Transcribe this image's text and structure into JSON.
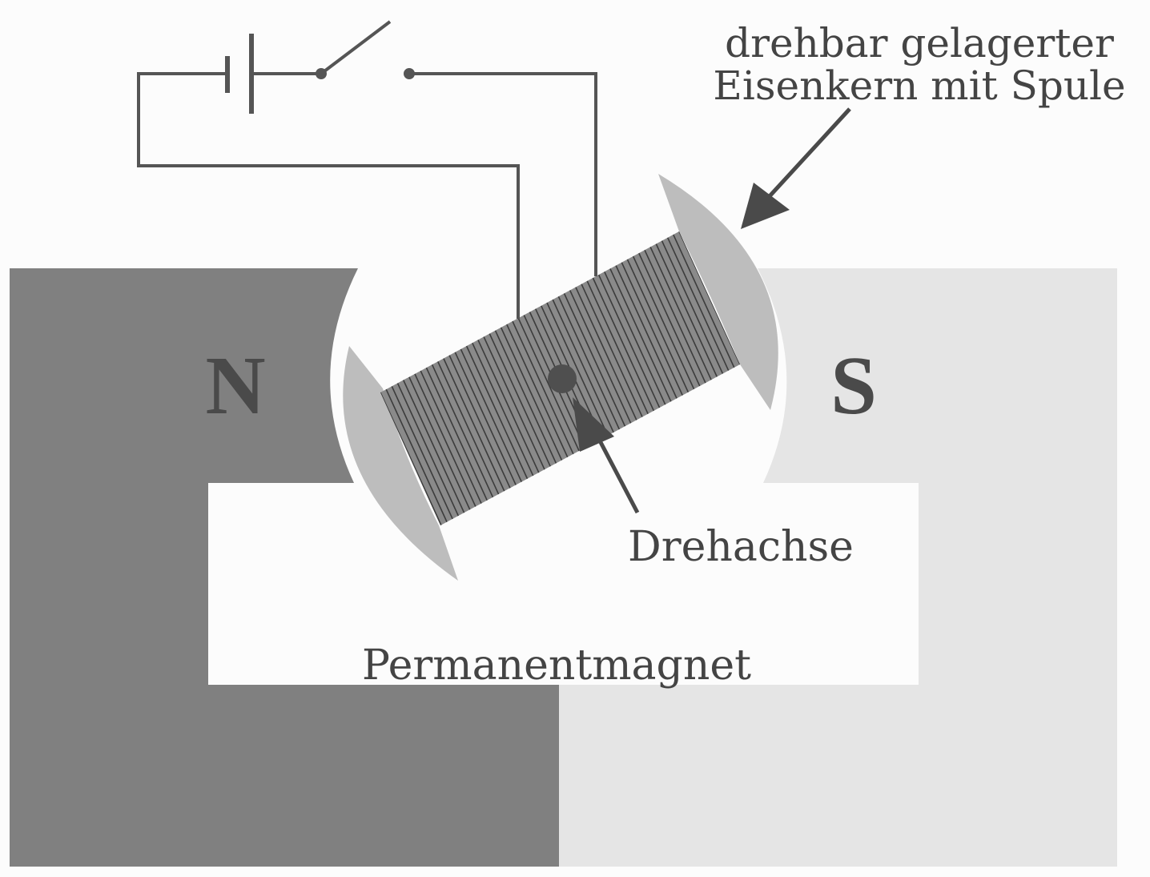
{
  "diagram": {
    "label_core_line1": "drehbar gelagerter",
    "label_core_line2": "Eisenkern mit Spule",
    "label_axis": "Drehachse",
    "label_magnet": "Permanentmagnet",
    "pole_north": "N",
    "pole_south": "S"
  },
  "colors": {
    "background": "#fcfcfc",
    "north_pole": "#808080",
    "south_pole": "#e5e5e5",
    "pole_shoes": "#bdbdbd",
    "coil": "#888888",
    "wire": "#555555",
    "text": "#444444"
  }
}
